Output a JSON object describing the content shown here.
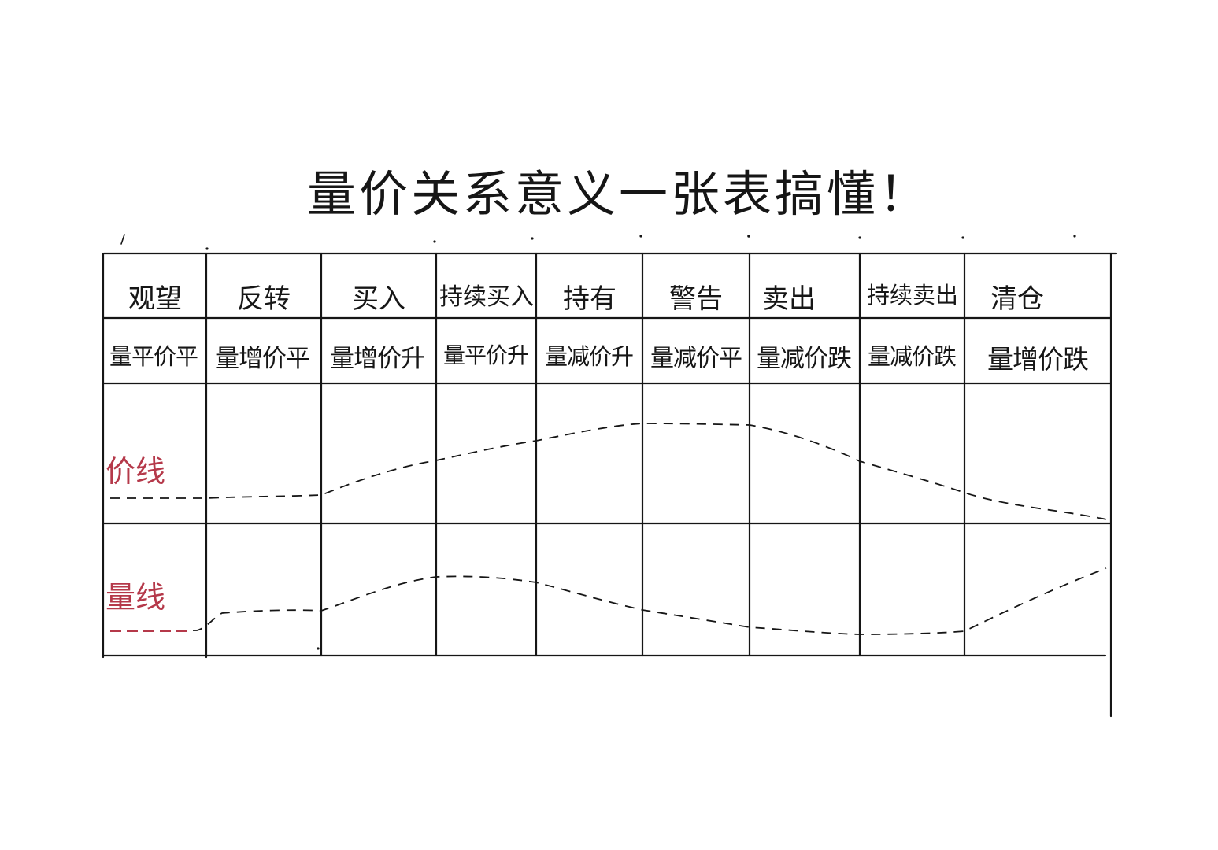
{
  "title": "量价关系意义一张表搞懂！",
  "stages": [
    "观望",
    "反转",
    "买入",
    "持续买入",
    "持有",
    "警告",
    "卖出",
    "持续卖出",
    "清仓"
  ],
  "relations": [
    "量平价平",
    "量增价平",
    "量增价升",
    "量平价升",
    "量减价升",
    "量减价平",
    "量减价跌",
    "量减价跌",
    "量增价跌"
  ],
  "price_row_label": "价线",
  "volume_row_label": "量线",
  "price_trend": [
    "平",
    "平",
    "升",
    "升",
    "升",
    "平",
    "跌",
    "跌",
    "跌"
  ],
  "volume_trend": [
    "平",
    "增",
    "增",
    "平",
    "减",
    "减",
    "减",
    "减",
    "增"
  ],
  "colors": {
    "ink": "#161616",
    "red_ink": "#b5394a"
  }
}
